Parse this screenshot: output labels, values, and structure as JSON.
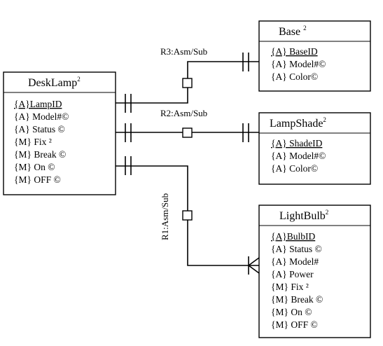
{
  "classes": {
    "desklamp": {
      "name": "DeskLamp",
      "sup": "2",
      "attributes": [
        "{A}LampID",
        "{A} Model#©",
        "{A} Status ©",
        "{M} Fix ²",
        "{M} Break ©",
        "{M} On ©",
        "{M} OFF ©"
      ]
    },
    "base": {
      "name": "Base",
      "sup": "2",
      "attributes": [
        "{A} BaseID",
        "{A} Model#©",
        "{A} Color©"
      ]
    },
    "lampshade": {
      "name": "LampShade",
      "sup": "2",
      "attributes": [
        "{A} ShadeID",
        "{A} Model#©",
        "{A} Color©"
      ]
    },
    "lightbulb": {
      "name": "LightBulb",
      "sup": "2",
      "attributes": [
        "{A}BulbID",
        "{A} Status ©",
        "{A} Model#",
        "{A} Power",
        "{M} Fix ²",
        "{M} Break ©",
        "{M} On ©",
        "{M} OFF ©"
      ]
    }
  },
  "relationships": {
    "r3": "R3:Asm/Sub",
    "r2": "R2:Asm/Sub",
    "r1": "R1:Asm/Sub"
  }
}
